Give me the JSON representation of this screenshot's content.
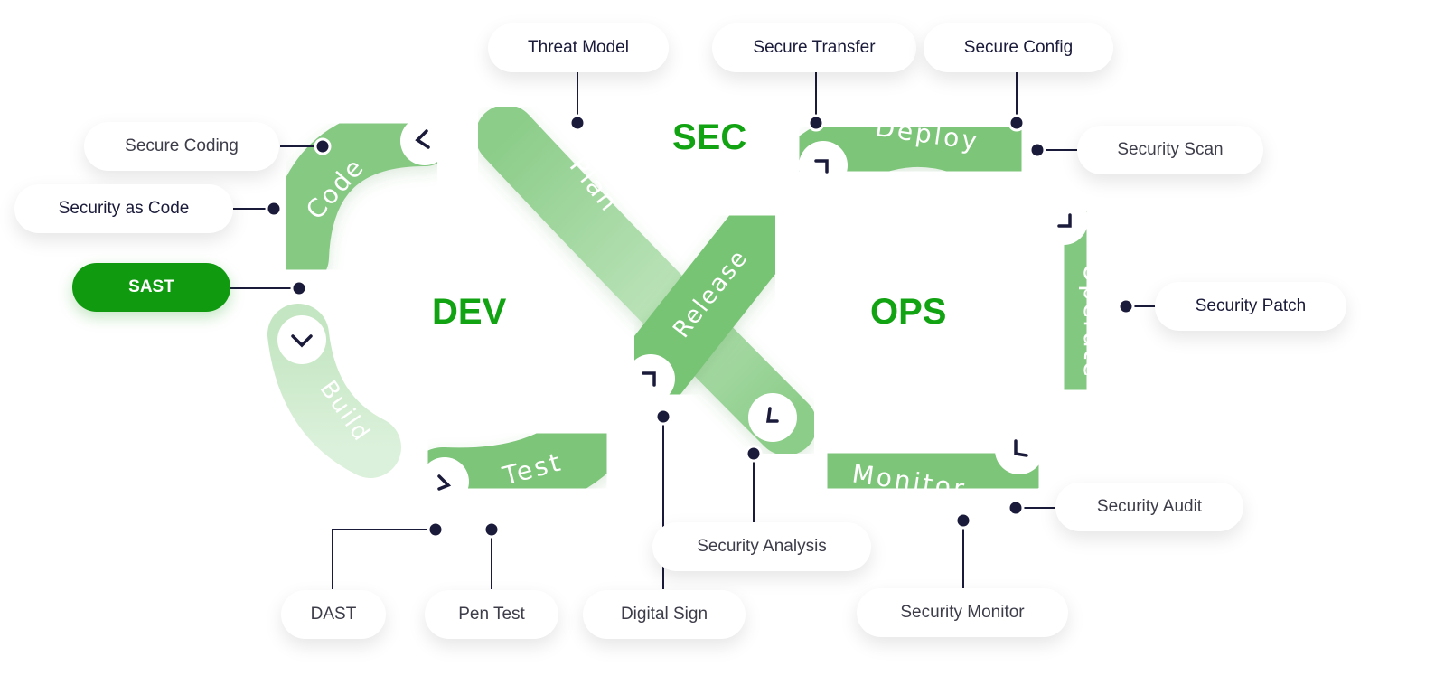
{
  "center_labels": {
    "dev": "DEV",
    "sec": "SEC",
    "ops": "OPS"
  },
  "stages": {
    "code": "Code",
    "build": "Build",
    "test": "Test",
    "plan": "Plan",
    "release": "Release",
    "deploy": "Deploy",
    "operate": "Operate",
    "monitor": "Monitor"
  },
  "practices": {
    "threat_model": "Threat Model",
    "secure_transfer": "Secure Transfer",
    "secure_config": "Secure Config",
    "secure_coding": "Secure Coding",
    "security_as_code": "Security as Code",
    "sast": "SAST",
    "security_scan": "Security Scan",
    "security_patch": "Security Patch",
    "security_audit": "Security Audit",
    "security_analysis": "Security Analysis",
    "dast": "DAST",
    "pen_test": "Pen Test",
    "digital_sign": "Digital Sign",
    "security_monitor": "Security Monitor"
  },
  "colors": {
    "segment_green": "#7fc77c",
    "segment_light": "#c9e9c7",
    "accent_green": "#12a312",
    "active_pill": "#0f9a0f",
    "dot": "#1a1a3a",
    "connector": "#1a1a3a"
  },
  "icons": {
    "arrow": "chevron-arrow-icon"
  }
}
